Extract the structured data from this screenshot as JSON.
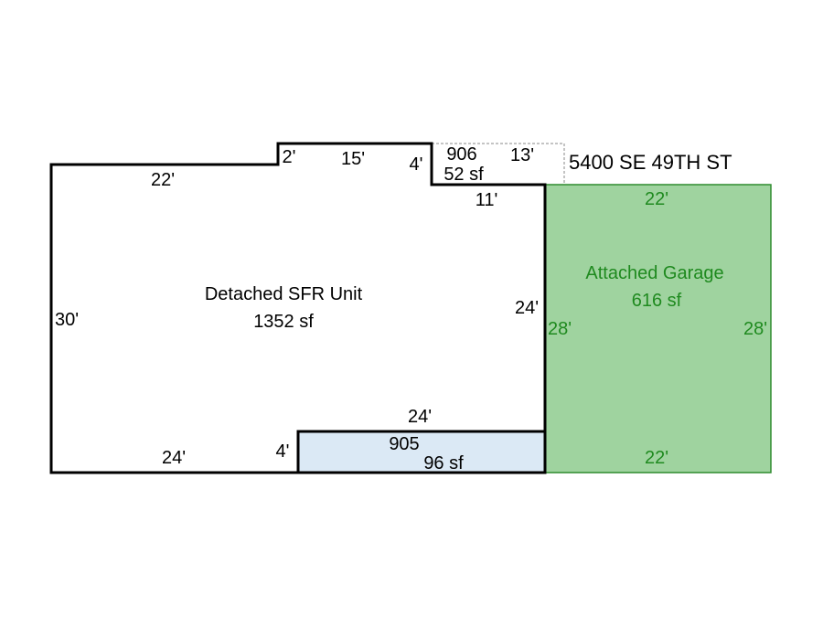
{
  "address": "5400 SE 49TH ST",
  "colors": {
    "garage_fill": "#9fd39f",
    "garage_stroke": "#2e8b2e",
    "garage_text": "#1f8a1f",
    "porch_fill": "#dbe9f5",
    "outline": "#000000",
    "dashed": "#8a8a8a"
  },
  "main_unit": {
    "name": "Detached SFR Unit",
    "area": "1352 sf",
    "dims": {
      "top_left": "22'",
      "step_up": "2'",
      "top_mid": "15'",
      "notch_down": "4'",
      "notch_bottom": "11'",
      "right": "24'",
      "left": "30'",
      "bottom_left": "24'",
      "bottom_step": "4'",
      "bottom_right_top": "24'"
    }
  },
  "area_906": {
    "code": "906",
    "area": "52 sf",
    "dim": "13'"
  },
  "area_905": {
    "code": "905",
    "area": "96 sf"
  },
  "garage": {
    "name": "Attached Garage",
    "area": "616 sf",
    "dims": {
      "top": "22'",
      "bottom": "22'",
      "left": "28'",
      "right": "28'"
    }
  }
}
